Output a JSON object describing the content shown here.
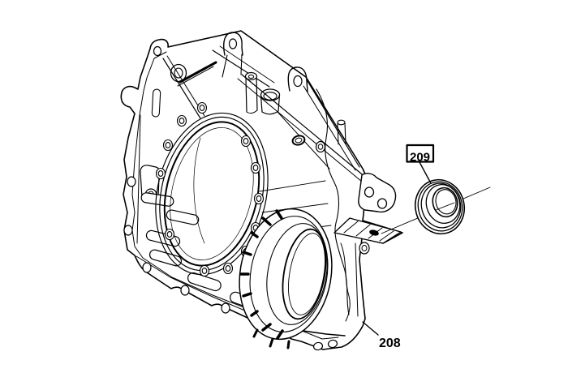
{
  "figure": {
    "type": "parts-diagram",
    "background_color": "#ffffff",
    "line_color": "#000000"
  },
  "callouts": {
    "c209": {
      "label": "209",
      "boxed": true
    },
    "c208": {
      "label": "208",
      "boxed": false
    }
  }
}
